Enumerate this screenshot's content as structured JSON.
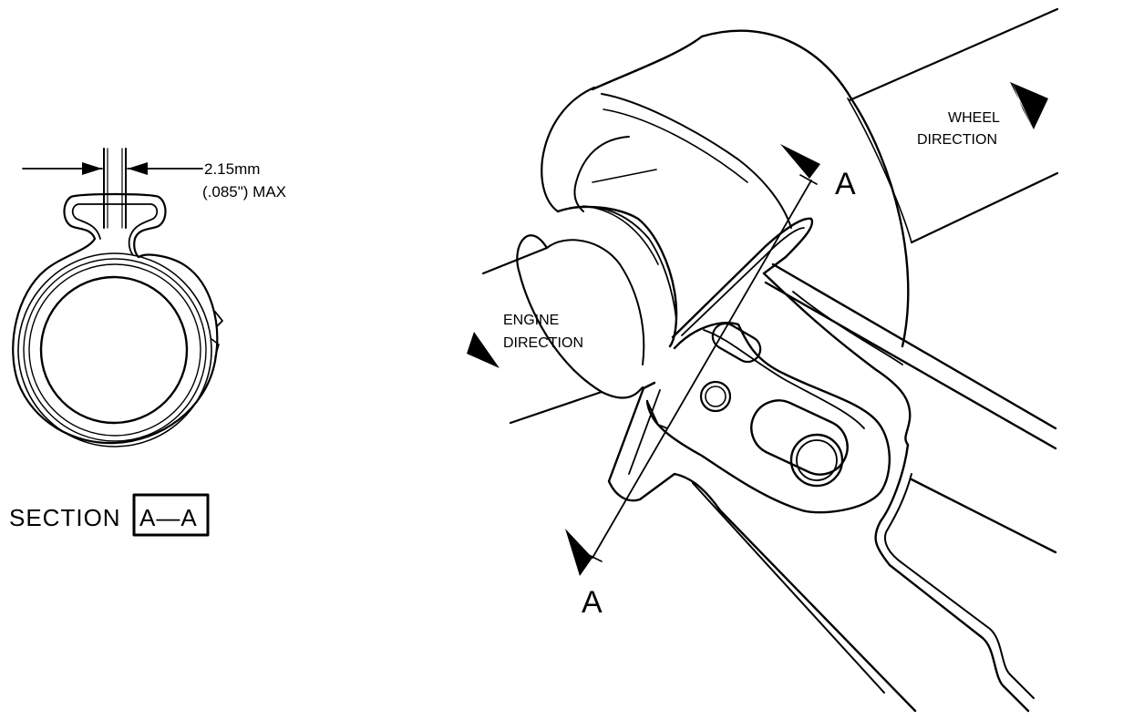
{
  "section_view": {
    "dimension_metric": "2.15mm",
    "dimension_imperial": "(.085\") MAX",
    "section_word": "SECTION",
    "section_id": "A—A"
  },
  "main_view": {
    "wheel_line1": "WHEEL",
    "wheel_line2": "DIRECTION",
    "engine_line1": "ENGINE",
    "engine_line2": "DIRECTION",
    "cut_top_label": "A",
    "cut_bottom_label": "A"
  },
  "colors": {
    "ink": "#000000",
    "paper": "#ffffff"
  },
  "icons": {
    "wheel_arrow": "arrow-right-icon",
    "engine_arrow": "arrow-left-icon",
    "section_arrows": "triangle-arrow-icon"
  }
}
